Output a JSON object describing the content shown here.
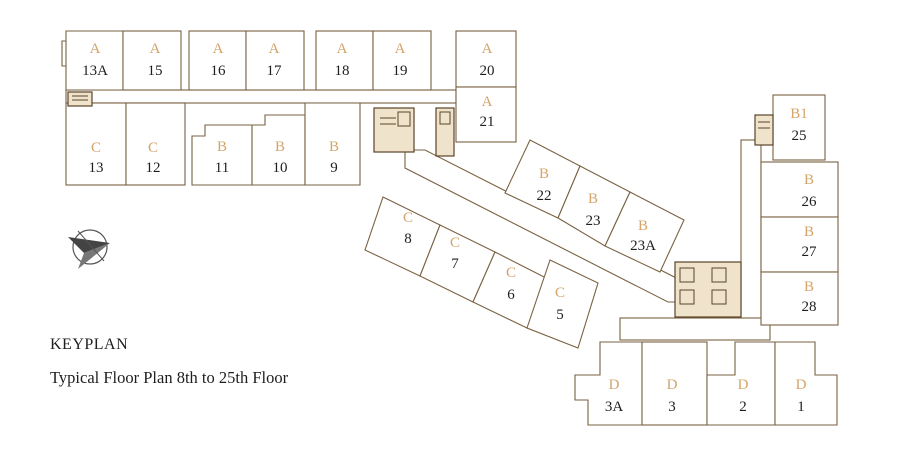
{
  "title": "KEYPLAN",
  "subtitle": "Typical Floor Plan 8th to 25th Floor",
  "colors": {
    "unit_letter": "#d4a46a",
    "unit_number": "#1e1e1e",
    "wall": "#7a6242",
    "core_fill": "#efe3cc"
  },
  "compass_icon": "north-arrow-icon",
  "units": [
    {
      "letter": "A",
      "number": "13A"
    },
    {
      "letter": "A",
      "number": "15"
    },
    {
      "letter": "A",
      "number": "16"
    },
    {
      "letter": "A",
      "number": "17"
    },
    {
      "letter": "A",
      "number": "18"
    },
    {
      "letter": "A",
      "number": "19"
    },
    {
      "letter": "A",
      "number": "20"
    },
    {
      "letter": "A",
      "number": "21"
    },
    {
      "letter": "C",
      "number": "13"
    },
    {
      "letter": "C",
      "number": "12"
    },
    {
      "letter": "B",
      "number": "11"
    },
    {
      "letter": "B",
      "number": "10"
    },
    {
      "letter": "B",
      "number": "9"
    },
    {
      "letter": "B",
      "number": "22"
    },
    {
      "letter": "B",
      "number": "23"
    },
    {
      "letter": "B",
      "number": "23A"
    },
    {
      "letter": "C",
      "number": "8"
    },
    {
      "letter": "C",
      "number": "7"
    },
    {
      "letter": "C",
      "number": "6"
    },
    {
      "letter": "C",
      "number": "5"
    },
    {
      "letter": "B1",
      "number": "25"
    },
    {
      "letter": "B",
      "number": "26"
    },
    {
      "letter": "B",
      "number": "27"
    },
    {
      "letter": "B",
      "number": "28"
    },
    {
      "letter": "D",
      "number": "3A"
    },
    {
      "letter": "D",
      "number": "3"
    },
    {
      "letter": "D",
      "number": "2"
    },
    {
      "letter": "D",
      "number": "1"
    }
  ]
}
